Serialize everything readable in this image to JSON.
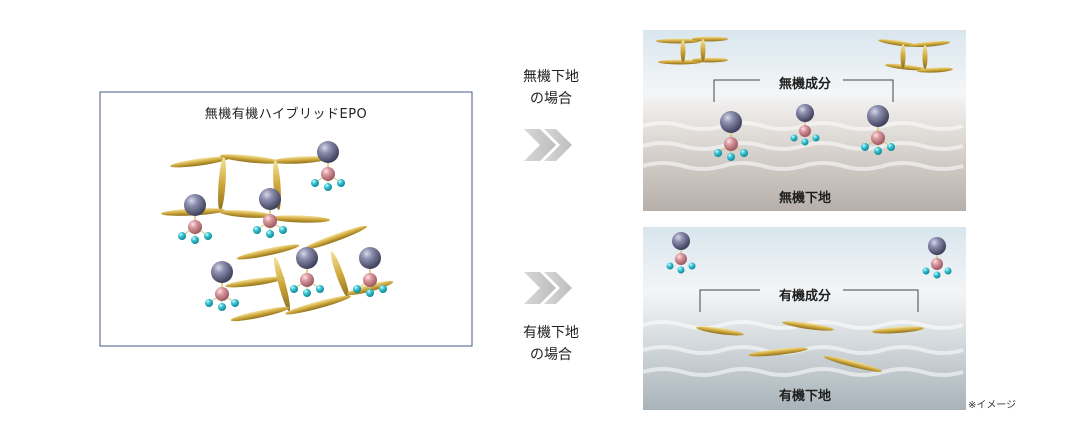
{
  "left_panel": {
    "title": "無機有機ハイブリッドEPO"
  },
  "arrows": {
    "inorganic_caption_line1": "無機下地",
    "inorganic_caption_line2": "の場合",
    "organic_caption_line1": "有機下地",
    "organic_caption_line2": "の場合"
  },
  "top_panel": {
    "component_label": "無機成分",
    "substrate_label": "無機下地"
  },
  "bottom_panel": {
    "component_label": "有機成分",
    "substrate_label": "有機下地"
  },
  "note": "※イメージ",
  "colors": {
    "rod": "#d4b24a",
    "sphere_large": "#7a7c9a",
    "sphere_mid": "#d38f96",
    "sphere_small": "#33c1cf",
    "arrow": "#c8c8c8",
    "panel_bottom": "#b8b0aa",
    "panel_bottom_org": "#a9b3b8"
  }
}
